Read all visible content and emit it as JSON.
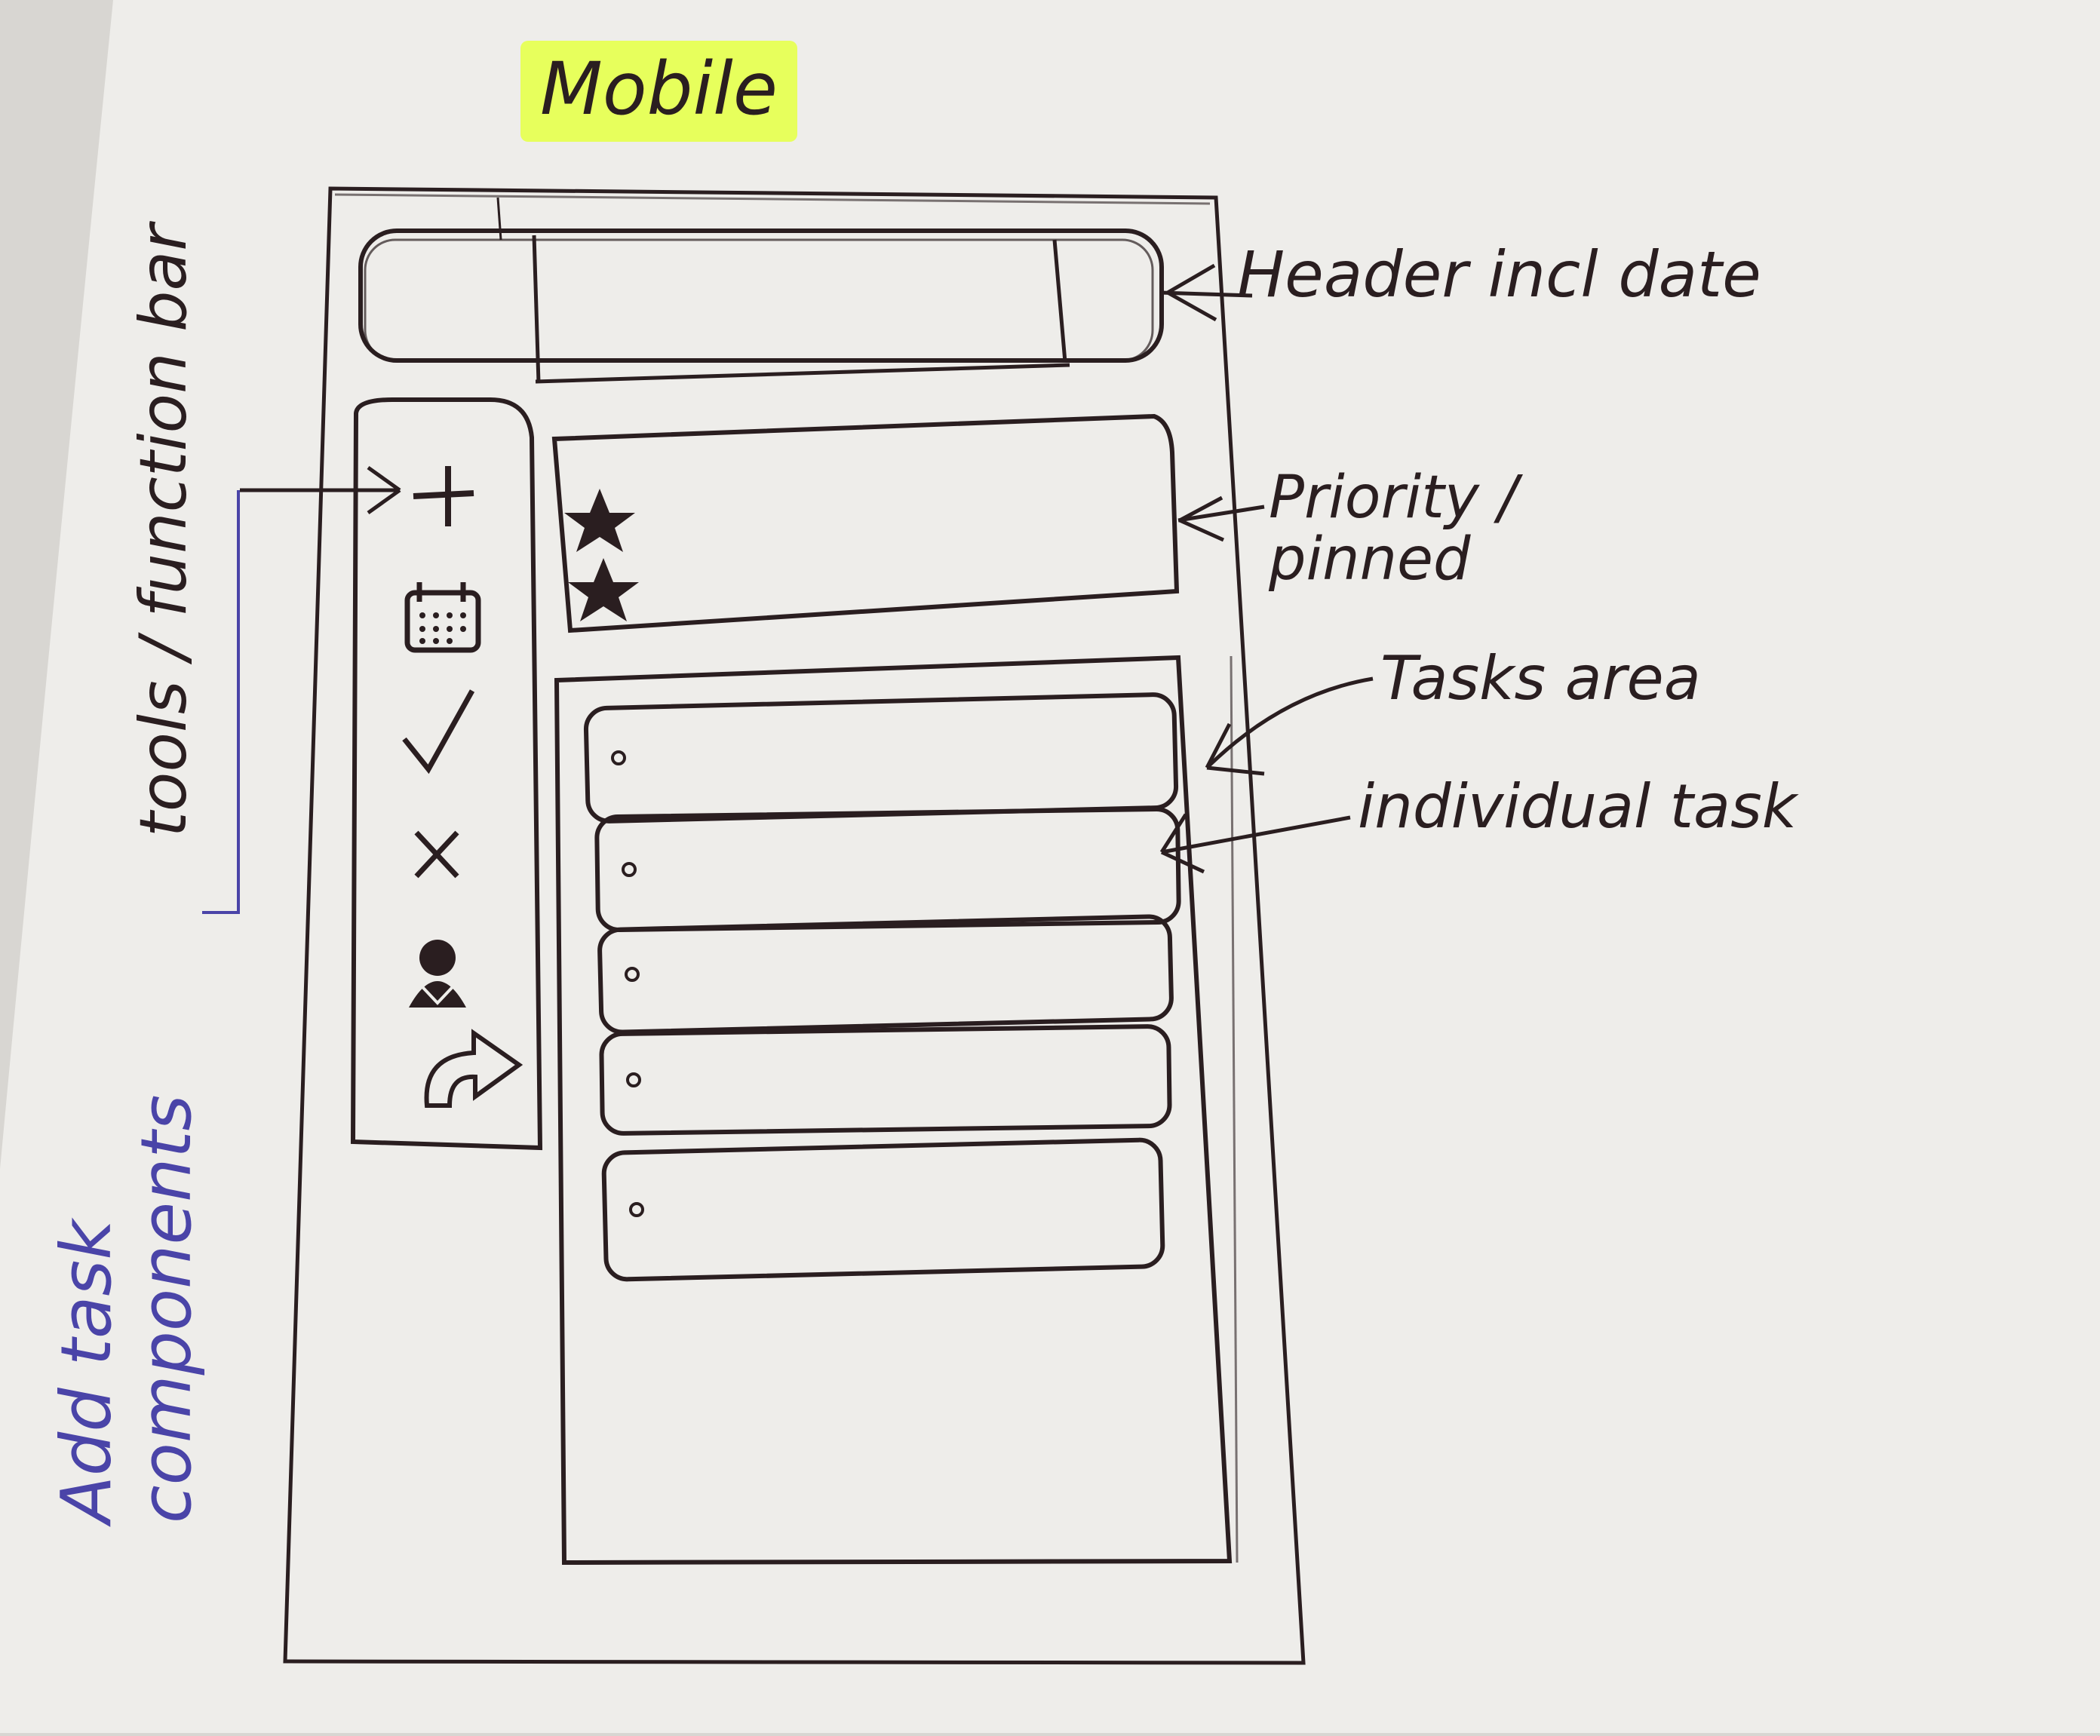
{
  "title": "Mobile",
  "annotations": {
    "header": "Header incl date",
    "priority": "Priority / pinned",
    "tasks_area": "Tasks area",
    "individual_task": "individual task",
    "toolbar": "tools / function bar",
    "add_task": "Add task components"
  },
  "toolbar": {
    "icons": [
      "plus-icon",
      "calendar-icon",
      "check-icon",
      "close-icon",
      "person-icon",
      "share-arrow-icon"
    ]
  },
  "priority_area": {
    "icons": [
      "star-icon",
      "star-icon"
    ]
  },
  "task_count": 5,
  "colors": {
    "paper": "#eeedea",
    "ink": "#2a1e20",
    "blue_ink": "#4a44a8",
    "highlighter": "#e7ff5c"
  }
}
